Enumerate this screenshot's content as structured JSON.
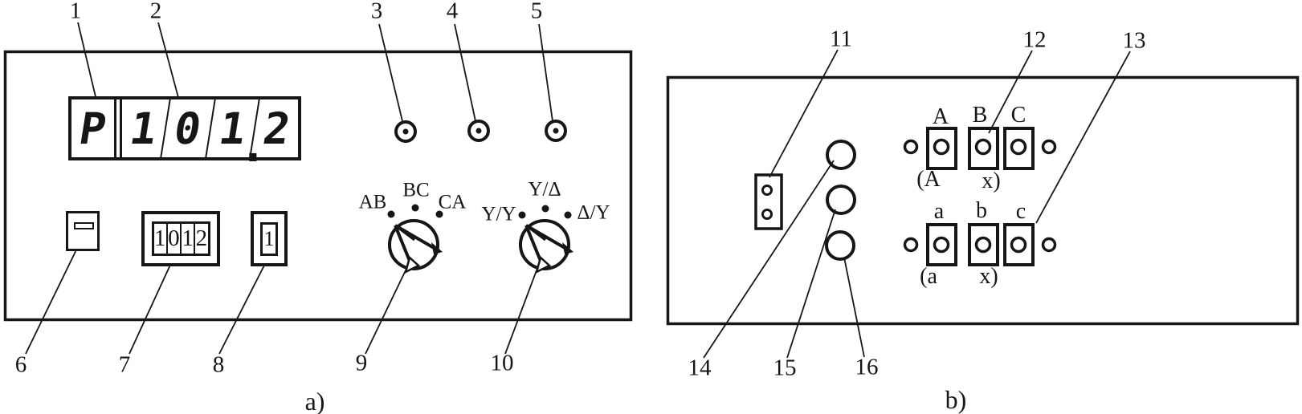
{
  "figure_type": "front-panel technical diagram",
  "panel_a": {
    "caption": "a)",
    "display": {
      "mode": "P",
      "digits": [
        "1",
        "0",
        "1",
        "2"
      ],
      "decimal_point": ".",
      "reading": "P 101.2"
    },
    "thumbwheel": {
      "digits": [
        "1",
        "0",
        "1",
        "2"
      ]
    },
    "switch": {
      "digit": "1"
    },
    "rotary_line_voltage": {
      "positions": [
        "AB",
        "BC",
        "CA"
      ]
    },
    "rotary_winding_scheme": {
      "positions": [
        "Y/Y",
        "Y/Δ",
        "Δ/Y"
      ]
    }
  },
  "panel_b": {
    "caption": "b)",
    "primary_terminals": {
      "labels": [
        "A",
        "B",
        "C"
      ],
      "annotation": [
        "(A",
        "x)"
      ]
    },
    "secondary_terminals": {
      "labels": [
        "a",
        "b",
        "c"
      ],
      "annotation": [
        "(a",
        "x)"
      ]
    }
  },
  "callouts": [
    "1",
    "2",
    "3",
    "4",
    "5",
    "6",
    "7",
    "8",
    "9",
    "10",
    "11",
    "12",
    "13",
    "14",
    "15",
    "16"
  ],
  "line_color": "#161616"
}
